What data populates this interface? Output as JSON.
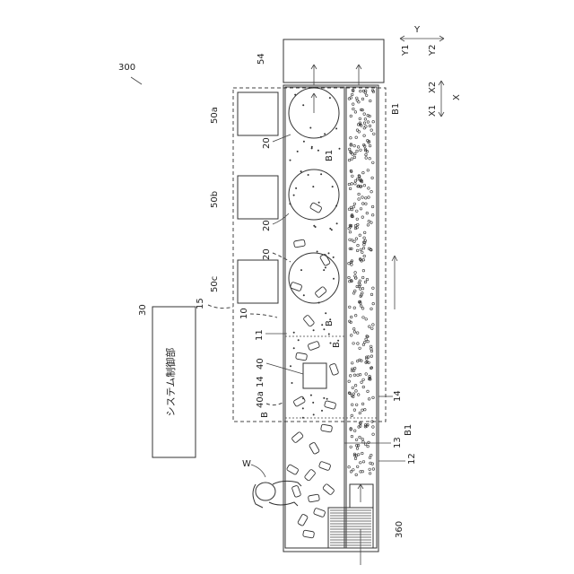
{
  "figure_id": "300",
  "conveyor_labels": {
    "main_conveyor": "10",
    "belt_section": "11",
    "return_conveyor": "12",
    "transfer_section": "13",
    "frame_left": "14",
    "frame_right": "14",
    "enclosure": "15"
  },
  "robot_labels": {
    "robot_1": "20",
    "robot_2": "20",
    "robot_3": "20"
  },
  "controller_labels": {
    "controller_a": "50a",
    "controller_b": "50b",
    "controller_c": "50c"
  },
  "camera_labels": {
    "camera": "40",
    "camera_field": "40a"
  },
  "other_labels": {
    "collection_box": "54",
    "system_control": "30",
    "feeder": "360",
    "worker": "W"
  },
  "object_labels": {
    "bottle_1": "B",
    "bottle_2": "B",
    "bottle_3": "B",
    "b1_top": "B1",
    "b1_mid": "B1",
    "b1_bottom": "B1"
  },
  "system_control_text": "システム制御部",
  "axis_labels": {
    "y": "Y",
    "y1": "Y1",
    "y2": "Y2",
    "x": "X",
    "x1": "X1",
    "x2": "X2"
  }
}
